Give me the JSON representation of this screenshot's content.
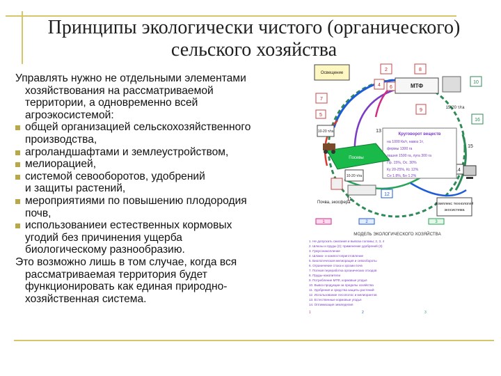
{
  "title": "Принципы экологически чистого (органического) сельского хозяйства",
  "body": {
    "lead": [
      "Управлять нужно не отдельными элементами",
      "хозяйствования на рассматриваемой",
      "территории, а одновременно всей",
      "агроэкосистемой:"
    ],
    "bullets": [
      [
        "общей организацией сельскохозяйственного",
        "производства,"
      ],
      [
        "агроландшафтами и землеустройством,"
      ],
      [
        "мелиорацией,"
      ],
      [
        "системой севооборотов, удобрений",
        "и защиты растений,"
      ],
      [
        "мероприятиями по повышению плодородия",
        "почв,"
      ],
      [
        "использованиеи естественных кормовых",
        "угодий без причинения ущерба",
        "биологическому разнообразию."
      ]
    ],
    "closing": [
      "Это возможно лишь в том случае, когда вся",
      "рассматриваемая территория будет",
      "функционировать как единая природно-",
      "хозяйственная система."
    ]
  },
  "diagram": {
    "box_top_left": "Освещение",
    "mtf": "МТФ",
    "label_2": "2",
    "label_8": "8",
    "label_4": "4",
    "label_6": "6",
    "label_9": "9",
    "label_7": "7",
    "label_5": "5",
    "label_10": "10",
    "label_11": "11",
    "label_12": "12",
    "label_13": "13",
    "label_14": "14",
    "label_15": "15",
    "label_16": "16",
    "left_box_a": "10-20 т/га",
    "right_box_a": "15-20 т/га",
    "center_header": "Круговорот веществ",
    "center_lines": [
      "на 1000 Кк/т, навоз 1т,",
      "фермы 1300 га",
      "пашня 1500 га, луга 300 га",
      "Пр. 15%, Ос. 30%",
      "Ку 20-25%, Кс 12%",
      "Сн 1.8%, Бн 1.2%"
    ],
    "left_middle": "10-20 т/га",
    "plant_label": "Посевы",
    "bottom_left": "Почва, экосфера",
    "bottom_right": "Комплекс технологий",
    "bottom_right2": "экосистема",
    "bottom_a": "1",
    "bottom_b": "2",
    "bottom_c": "3"
  },
  "legend": {
    "heading": "МОДЕЛЬ ЭКОЛОГИЧЕСКОГО ХОЗЯЙСТВА",
    "lines": [
      "1. Не допускать сжигания и вывоза соломы; 2, 3, 4",
      "2. Шлюзы и пруды (2); применение удобрений (3)",
      "3. Гумусонакопление",
      "4. Шламо- и компостоприготовление",
      "5. Биологическая мелиорация и севообороты",
      "6. Ограничение стока и эрозии почв",
      "7. Полная переработка органических отходов",
      "8. Пруды-накопители",
      "9. Потребление МТФ, кормовые угодья",
      "10. Вывоз продукции за пределы хозяйства",
      "11. Удобрения и средства защиты растений",
      "12. Использование лесополос и мелиорантов",
      "13. Естественные кормовые угодья",
      "14. Оптимизация земледелия"
    ],
    "item_a": "1",
    "item_b": "2",
    "item_c": "3"
  }
}
